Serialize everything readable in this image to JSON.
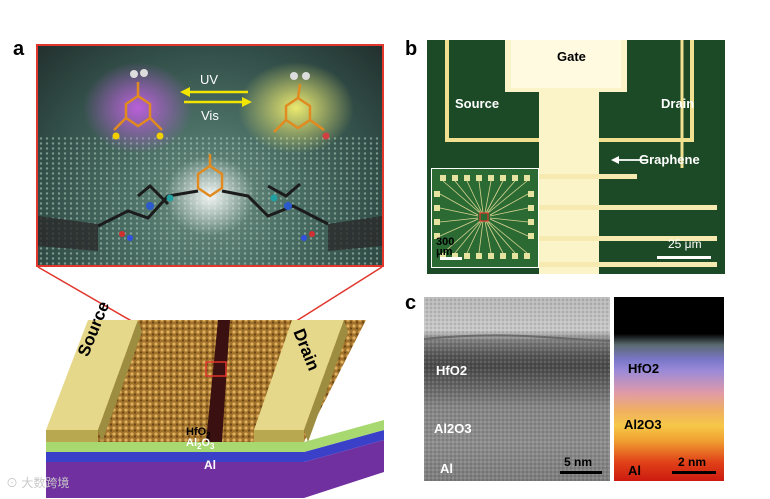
{
  "panel_a": {
    "letter": "a",
    "uv_label": "UV",
    "vis_label": "Vis",
    "source_label": "Source",
    "drain_label": "Drain",
    "layers": [
      "HfO",
      "Al",
      "Al"
    ],
    "layer_text": {
      "hfo2": "HfO2",
      "al2o3": "Al2O3",
      "al": "Al"
    }
  },
  "panel_b": {
    "letter": "b",
    "gate_label": "Gate",
    "source_label": "Source",
    "drain_label": "Drain",
    "graphene_label": "Graphene",
    "scalebar_label": "25 μm",
    "inset_scalebar_label": "300 μm"
  },
  "panel_c": {
    "letter": "c",
    "tem_labels": [
      "HfO2",
      "Al2O3",
      "Al"
    ],
    "tem_scalebar": "5 nm",
    "eels_labels": [
      "HfO2",
      "Al2O3",
      "Al"
    ],
    "eels_scalebar": "2 nm"
  },
  "watermark": "大数跨境",
  "colors": {
    "frame_red": "#e0362c",
    "gold": "#d8c878",
    "chip_green": "#1d4a26",
    "uv_arrow": "#f2e600"
  }
}
